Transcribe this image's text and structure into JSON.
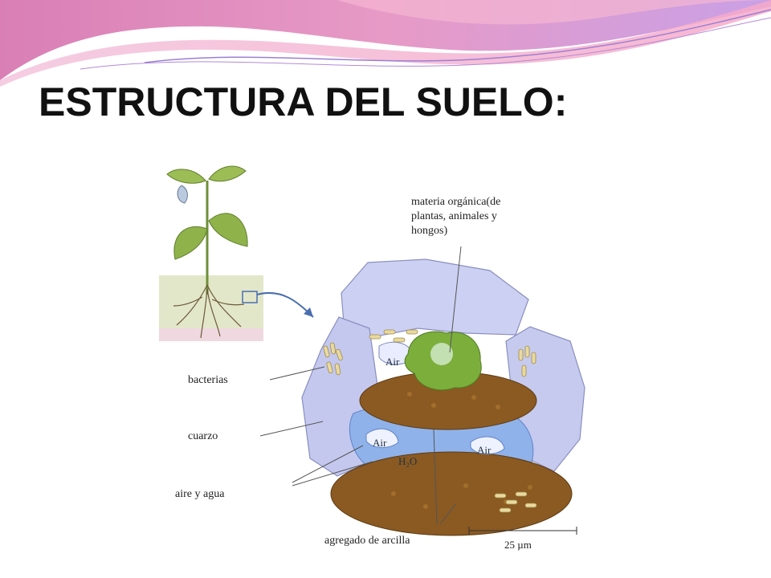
{
  "slide": {
    "title": "ESTRUCTURA DEL SUELO:"
  },
  "diagram": {
    "labels": {
      "organic_matter": [
        "materia orgánica(de",
        "plantas, animales y",
        "hongos)"
      ],
      "bacteria": "bacterias",
      "quartz": "cuarzo",
      "air_water": "aire y agua",
      "clay_aggregate": "agregado de arcilla",
      "scale": "25 µm"
    },
    "pore_labels": {
      "air": "Air",
      "water": "H₂O"
    }
  },
  "colors": {
    "wave_pink": "#e58ab8",
    "wave_purple": "#9c7fd4",
    "quartz_fill": "#c9cdf2",
    "soil_brown": "#8a5a22",
    "water_blue": "#8fb2ea",
    "organic_green": "#7cae3c"
  }
}
